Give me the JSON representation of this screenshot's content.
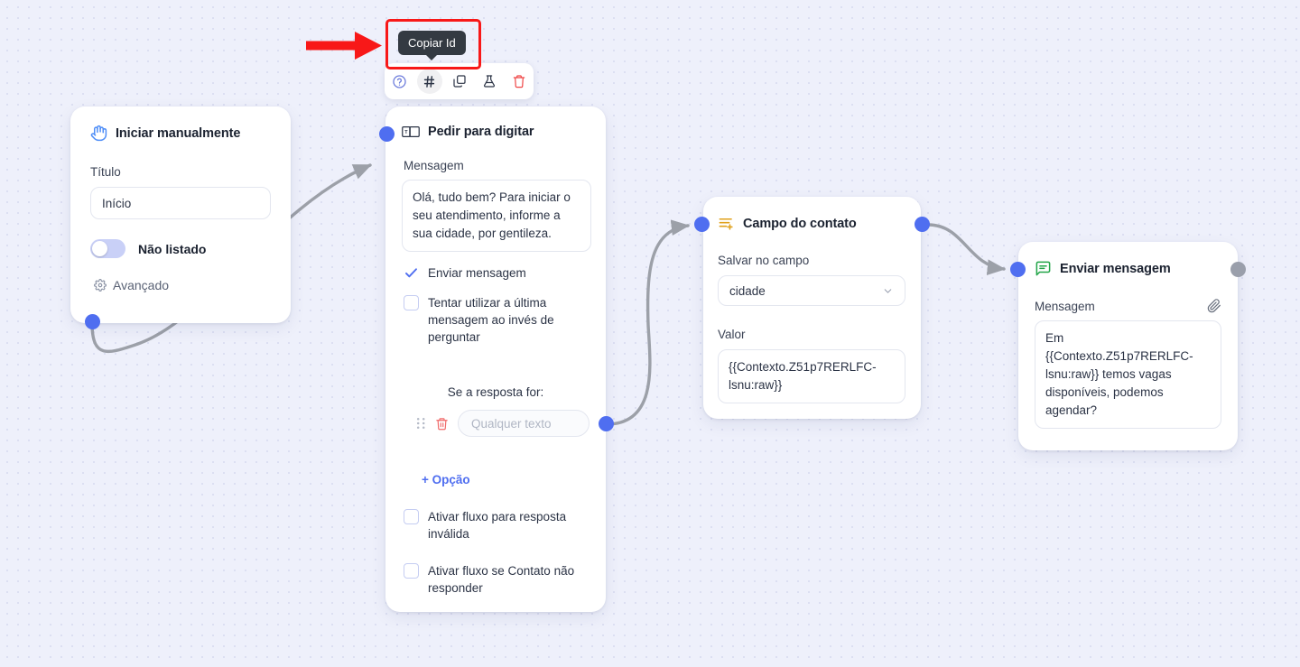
{
  "canvas": {
    "background_color": "#eef0fb",
    "dot_color": "#dcdff2"
  },
  "annotation": {
    "arrow_color": "#f81818",
    "highlight_color": "#f81818",
    "arrow_name": "red-pointer-arrow"
  },
  "tooltip": {
    "label": "Copiar Id",
    "background": "#343a42"
  },
  "toolbar": {
    "buttons": [
      {
        "name": "help-icon",
        "title": "Ajuda",
        "color": "#6b7bdb"
      },
      {
        "name": "hash-icon",
        "title": "Copiar Id",
        "color": "#2b3345",
        "active": true
      },
      {
        "name": "duplicate-icon",
        "title": "Duplicar",
        "color": "#2b3345"
      },
      {
        "name": "flask-icon",
        "title": "Testar",
        "color": "#2b3345"
      },
      {
        "name": "trash-icon",
        "title": "Excluir",
        "color": "#ef4444"
      }
    ]
  },
  "nodes": {
    "start": {
      "title": "Iniciar manualmente",
      "icon": "hand-pointer-icon",
      "icon_color": "#4f8ef7",
      "title_label": "Título",
      "title_value": "Início",
      "toggle_label": "Não listado",
      "toggle_on": false,
      "advanced_label": "Avançado",
      "advanced_icon": "gear-icon"
    },
    "ask": {
      "title": "Pedir para digitar",
      "icon": "text-input-icon",
      "icon_color": "#2b3345",
      "message_label": "Mensagem",
      "message_value": "Olá, tudo bem? Para iniciar o seu atendimento, informe a sua cidade, por gentileza.",
      "check_send_label": "Enviar mensagem",
      "check_send_checked": true,
      "check_last_label": "Tentar utilizar a última mensagem ao invés de perguntar",
      "check_last_checked": false,
      "answer_title": "Se a resposta for:",
      "answer_placeholder": "Qualquer texto",
      "add_option_label": "+ Opção",
      "check_invalid_label": "Ativar fluxo para resposta inválida",
      "check_invalid_checked": false,
      "check_noreply_label": "Ativar fluxo se Contato não responder",
      "check_noreply_checked": false
    },
    "field": {
      "title": "Campo do contato",
      "icon": "list-plus-icon",
      "icon_color": "#e0a11c",
      "save_label": "Salvar no campo",
      "save_value": "cidade",
      "value_label": "Valor",
      "value_value": "{{Contexto.Z51p7RERLFC-lsnu:raw}}"
    },
    "send": {
      "title": "Enviar mensagem",
      "icon": "message-square-icon",
      "icon_color": "#22a548",
      "message_label": "Mensagem",
      "attach_icon": "paperclip-icon",
      "message_value": "Em {{Contexto.Z51p7RERLFC-lsnu:raw}} temos vagas disponíveis, podemos agendar?"
    }
  },
  "connectors": {
    "dot_color": "#4f6ef0",
    "dot_color_inactive": "#9a9fab",
    "edge_color": "#9ca0a8"
  }
}
